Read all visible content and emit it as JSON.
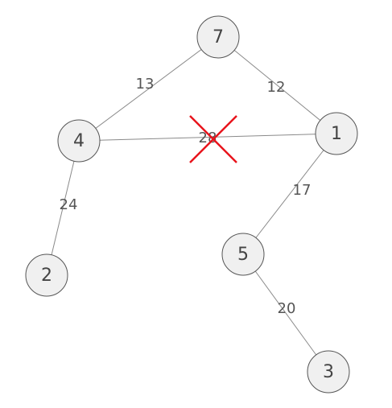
{
  "graph": {
    "nodes": [
      {
        "id": "7",
        "label": "7"
      },
      {
        "id": "4",
        "label": "4"
      },
      {
        "id": "1",
        "label": "1"
      },
      {
        "id": "2",
        "label": "2"
      },
      {
        "id": "5",
        "label": "5"
      },
      {
        "id": "3",
        "label": "3"
      }
    ],
    "edges": [
      {
        "from": "7",
        "to": "4",
        "weight": "13",
        "removed": false
      },
      {
        "from": "7",
        "to": "1",
        "weight": "12",
        "removed": false
      },
      {
        "from": "4",
        "to": "1",
        "weight": "28",
        "removed": true
      },
      {
        "from": "4",
        "to": "2",
        "weight": "24",
        "removed": false
      },
      {
        "from": "1",
        "to": "5",
        "weight": "17",
        "removed": false
      },
      {
        "from": "5",
        "to": "3",
        "weight": "20",
        "removed": false
      }
    ],
    "removed_edge_mark_color": "#e8141c"
  }
}
